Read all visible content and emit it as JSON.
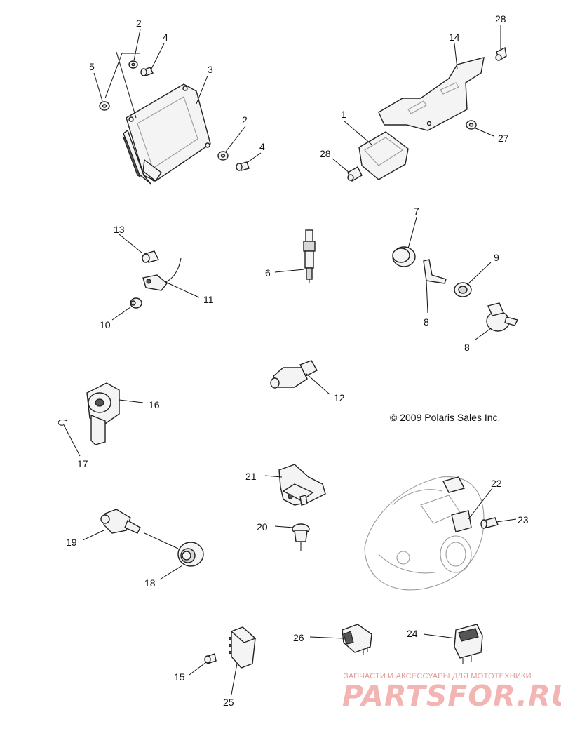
{
  "labels": {
    "l1": "1",
    "l2a": "2",
    "l2b": "2",
    "l3": "3",
    "l4a": "4",
    "l4b": "4",
    "l5": "5",
    "l6": "6",
    "l7": "7",
    "l8a": "8",
    "l8b": "8",
    "l9": "9",
    "l10": "10",
    "l11": "11",
    "l12": "12",
    "l13": "13",
    "l14": "14",
    "l15": "15",
    "l16": "16",
    "l17": "17",
    "l18": "18",
    "l19": "19",
    "l20": "20",
    "l21": "21",
    "l22": "22",
    "l23": "23",
    "l24": "24",
    "l25": "25",
    "l26": "26",
    "l27": "27",
    "l28a": "28",
    "l28b": "28"
  },
  "copyright": "© 2009 Polaris Sales Inc.",
  "watermark": {
    "tagline": "ЗАПЧАСТИ И АКСЕССУАРЫ ДЛЯ МОТОТЕХНИКИ",
    "logo": "PARTSFOR.RU"
  },
  "colors": {
    "line": "#222222",
    "watermark": "#f3b4b4"
  }
}
